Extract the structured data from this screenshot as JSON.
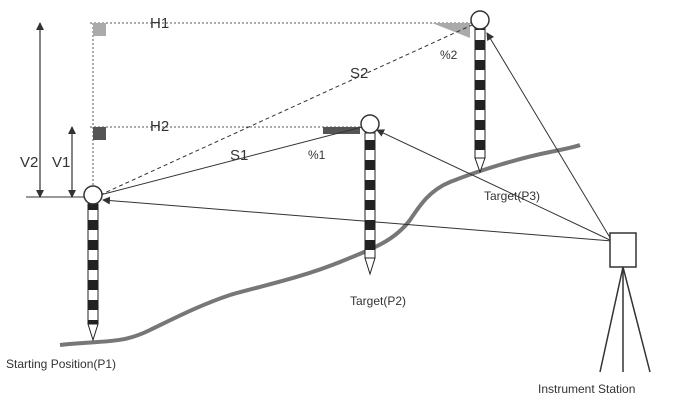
{
  "labels": {
    "h1": "H1",
    "h2": "H2",
    "s1": "S1",
    "s2": "S2",
    "v1": "V1",
    "v2": "V2",
    "pct1": "%1",
    "pct2": "%2",
    "target_p2": "Target(P2)",
    "target_p3": "Target(P3)",
    "starting_position": "Starting Position(P1)",
    "instrument_station": "Instrument Station"
  },
  "colors": {
    "line": "#333333",
    "dotted": "#555555",
    "fill_dark": "#555555",
    "fill_light": "#aaaaaa"
  }
}
